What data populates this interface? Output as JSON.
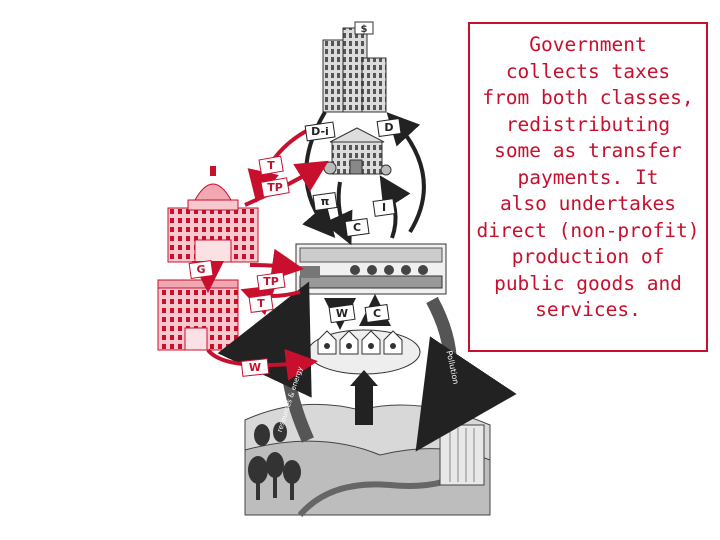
{
  "caption": {
    "lines": [
      "Government",
      "collects taxes",
      "from both classes,",
      "redistributing",
      "some as transfer",
      "payments. It",
      "also undertakes",
      "direct (non-profit)",
      "production of",
      "public goods and",
      "services."
    ]
  },
  "flow_labels": {
    "d_i": "D-i",
    "d": "D",
    "t_top": "T",
    "tp_top": "TP",
    "pi": "π",
    "i": "I",
    "c_top": "C",
    "g": "G",
    "tp_mid": "TP",
    "t_mid": "T",
    "w_flow": "W",
    "c_flow": "C",
    "w_bottom": "W"
  },
  "arrow_labels": {
    "pollution": "Pollution",
    "resources": "resources & energy",
    "factory_sign": "$"
  },
  "colors": {
    "accent": "#c8102e",
    "ink": "#111111",
    "tag_dark": "#333333",
    "tag_red": "#c8102e"
  },
  "icons": [
    "skyscraper-icon",
    "bank-icon",
    "capitol-building-icon",
    "government-office-icon",
    "boardroom-icon",
    "households-icon",
    "landscape-icon",
    "waterfall-icon",
    "trees-icon"
  ]
}
